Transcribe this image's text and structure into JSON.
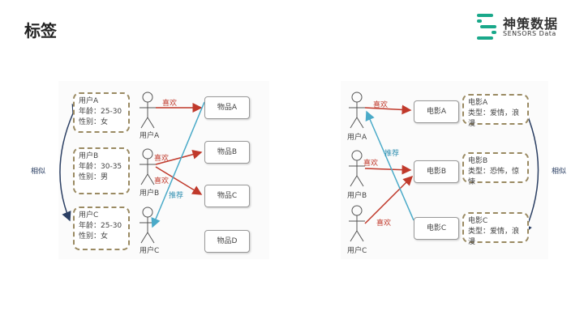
{
  "slide": {
    "title": "标签"
  },
  "logo": {
    "main": "神策数据",
    "sub": "SENSORS Data",
    "colors": {
      "bars": "#19a88a"
    }
  },
  "left_diagram": {
    "users": [
      {
        "name": "用户A",
        "age": "年龄：25-30",
        "gender": "性别：女",
        "figure_label": "用户A"
      },
      {
        "name": "用户B",
        "age": "年龄：30-35",
        "gender": "性别：男",
        "figure_label": "用户B"
      },
      {
        "name": "用户C",
        "age": "年龄：25-30",
        "gender": "性别：女",
        "figure_label": "用户C"
      }
    ],
    "items": [
      "物品A",
      "物品B",
      "物品C",
      "物品D"
    ],
    "edge_labels": {
      "like1": "喜欢",
      "like2": "喜欢",
      "like3": "喜欢",
      "recommend": "推荐",
      "similar": "相似"
    }
  },
  "right_diagram": {
    "users": [
      "用户A",
      "用户B",
      "用户C"
    ],
    "movies": [
      "电影A",
      "电影B",
      "电影C"
    ],
    "movie_tags": [
      {
        "name": "电影A",
        "type": "类型：爱情，浪漫"
      },
      {
        "name": "电影B",
        "type": "类型：恐怖，惊悚"
      },
      {
        "name": "电影C",
        "type": "类型：爱情，浪漫"
      }
    ],
    "edge_labels": {
      "like1": "喜欢",
      "like2": "喜欢",
      "like3": "喜欢",
      "recommend": "推荐",
      "similar": "相似"
    }
  },
  "colors": {
    "like_arrow": "#c0392b",
    "recommend_arrow": "#4aaac8",
    "similar_arrow": "#2b3f63",
    "dashed_border": "#9a8a62"
  }
}
